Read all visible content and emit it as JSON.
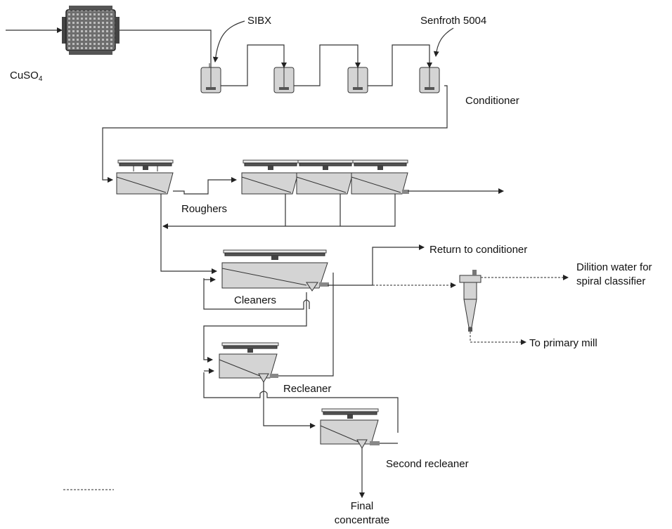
{
  "labels": {
    "sibx": "SIBX",
    "senfroth": "Senfroth 5004",
    "cuso4_main": "CuSO",
    "cuso4_sub": "4",
    "conditioner": "Conditioner",
    "roughers": "Roughers",
    "return_to_conditioner": "Return to conditioner",
    "dilution_line1": "Dilition water for",
    "dilution_line2": "spiral classifier",
    "cleaners": "Cleaners",
    "to_primary_mill": "To primary mill",
    "recleaner": "Recleaner",
    "second_recleaner": "Second recleaner",
    "final_line1": "Final",
    "final_line2": "concentrate"
  }
}
